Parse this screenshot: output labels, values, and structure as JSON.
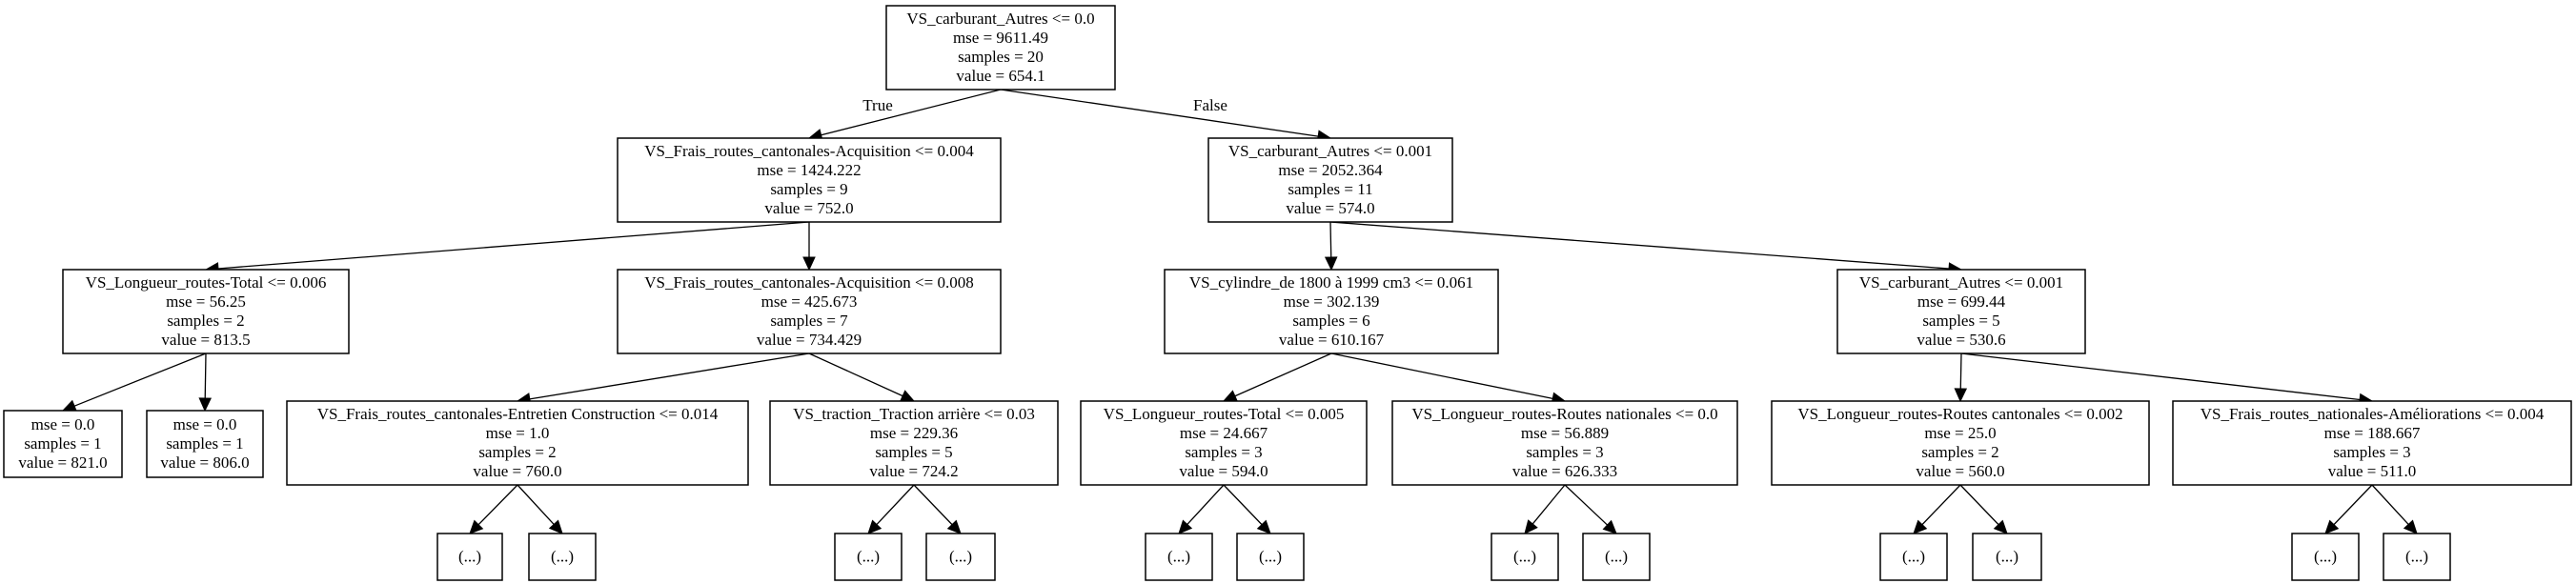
{
  "tree": {
    "nodes": [
      {
        "id": "n0",
        "lines": [
          "VS_carburant_Autres <= 0.0",
          "mse = 9611.49",
          "samples = 20",
          "value = 654.1"
        ]
      },
      {
        "id": "n1",
        "lines": [
          "VS_Frais_routes_cantonales-Acquisition <= 0.004",
          "mse = 1424.222",
          "samples = 9",
          "value = 752.0"
        ]
      },
      {
        "id": "n2",
        "lines": [
          "VS_carburant_Autres <= 0.001",
          "mse = 2052.364",
          "samples = 11",
          "value = 574.0"
        ]
      },
      {
        "id": "n3",
        "lines": [
          "VS_Longueur_routes-Total <= 0.006",
          "mse = 56.25",
          "samples = 2",
          "value = 813.5"
        ]
      },
      {
        "id": "n4",
        "lines": [
          "VS_Frais_routes_cantonales-Acquisition <= 0.008",
          "mse = 425.673",
          "samples = 7",
          "value = 734.429"
        ]
      },
      {
        "id": "n5",
        "lines": [
          "VS_cylindre_de 1800 à 1999 cm3 <= 0.061",
          "mse = 302.139",
          "samples = 6",
          "value = 610.167"
        ]
      },
      {
        "id": "n6",
        "lines": [
          "VS_carburant_Autres <= 0.001",
          "mse = 699.44",
          "samples = 5",
          "value = 530.6"
        ]
      },
      {
        "id": "n7",
        "lines": [
          "mse = 0.0",
          "samples = 1",
          "value = 821.0"
        ]
      },
      {
        "id": "n8",
        "lines": [
          "mse = 0.0",
          "samples = 1",
          "value = 806.0"
        ]
      },
      {
        "id": "n9",
        "lines": [
          "VS_Frais_routes_cantonales-Entretien Construction <= 0.014",
          "mse = 1.0",
          "samples = 2",
          "value = 760.0"
        ]
      },
      {
        "id": "n10",
        "lines": [
          "VS_traction_Traction arrière <= 0.03",
          "mse = 229.36",
          "samples = 5",
          "value = 724.2"
        ]
      },
      {
        "id": "n11",
        "lines": [
          "VS_Longueur_routes-Total <= 0.005",
          "mse = 24.667",
          "samples = 3",
          "value = 594.0"
        ]
      },
      {
        "id": "n12",
        "lines": [
          "VS_Longueur_routes-Routes nationales <= 0.0",
          "mse = 56.889",
          "samples = 3",
          "value = 626.333"
        ]
      },
      {
        "id": "n13",
        "lines": [
          "VS_Longueur_routes-Routes cantonales <= 0.002",
          "mse = 25.0",
          "samples = 2",
          "value = 560.0"
        ]
      },
      {
        "id": "n14",
        "lines": [
          "VS_Frais_routes_nationales-Améliorations <= 0.004",
          "mse = 188.667",
          "samples = 3",
          "value = 511.0"
        ]
      },
      {
        "id": "e1",
        "lines": [
          "(...)"
        ]
      },
      {
        "id": "e2",
        "lines": [
          "(...)"
        ]
      },
      {
        "id": "e3",
        "lines": [
          "(...)"
        ]
      },
      {
        "id": "e4",
        "lines": [
          "(...)"
        ]
      },
      {
        "id": "e5",
        "lines": [
          "(...)"
        ]
      },
      {
        "id": "e6",
        "lines": [
          "(...)"
        ]
      },
      {
        "id": "e7",
        "lines": [
          "(...)"
        ]
      },
      {
        "id": "e8",
        "lines": [
          "(...)"
        ]
      },
      {
        "id": "e9",
        "lines": [
          "(...)"
        ]
      },
      {
        "id": "e10",
        "lines": [
          "(...)"
        ]
      },
      {
        "id": "e11",
        "lines": [
          "(...)"
        ]
      },
      {
        "id": "e12",
        "lines": [
          "(...)"
        ]
      }
    ],
    "edges": [
      {
        "from": "n0",
        "to": "n1",
        "label": "True"
      },
      {
        "from": "n0",
        "to": "n2",
        "label": "False"
      },
      {
        "from": "n1",
        "to": "n3"
      },
      {
        "from": "n1",
        "to": "n4"
      },
      {
        "from": "n2",
        "to": "n5"
      },
      {
        "from": "n2",
        "to": "n6"
      },
      {
        "from": "n3",
        "to": "n7"
      },
      {
        "from": "n3",
        "to": "n8"
      },
      {
        "from": "n4",
        "to": "n9"
      },
      {
        "from": "n4",
        "to": "n10"
      },
      {
        "from": "n5",
        "to": "n11"
      },
      {
        "from": "n5",
        "to": "n12"
      },
      {
        "from": "n6",
        "to": "n13"
      },
      {
        "from": "n6",
        "to": "n14"
      },
      {
        "from": "n9",
        "to": "e1"
      },
      {
        "from": "n9",
        "to": "e2"
      },
      {
        "from": "n10",
        "to": "e3"
      },
      {
        "from": "n10",
        "to": "e4"
      },
      {
        "from": "n11",
        "to": "e5"
      },
      {
        "from": "n11",
        "to": "e6"
      },
      {
        "from": "n12",
        "to": "e7"
      },
      {
        "from": "n12",
        "to": "e8"
      },
      {
        "from": "n13",
        "to": "e9"
      },
      {
        "from": "n13",
        "to": "e10"
      },
      {
        "from": "n14",
        "to": "e11"
      },
      {
        "from": "n14",
        "to": "e12"
      }
    ]
  }
}
